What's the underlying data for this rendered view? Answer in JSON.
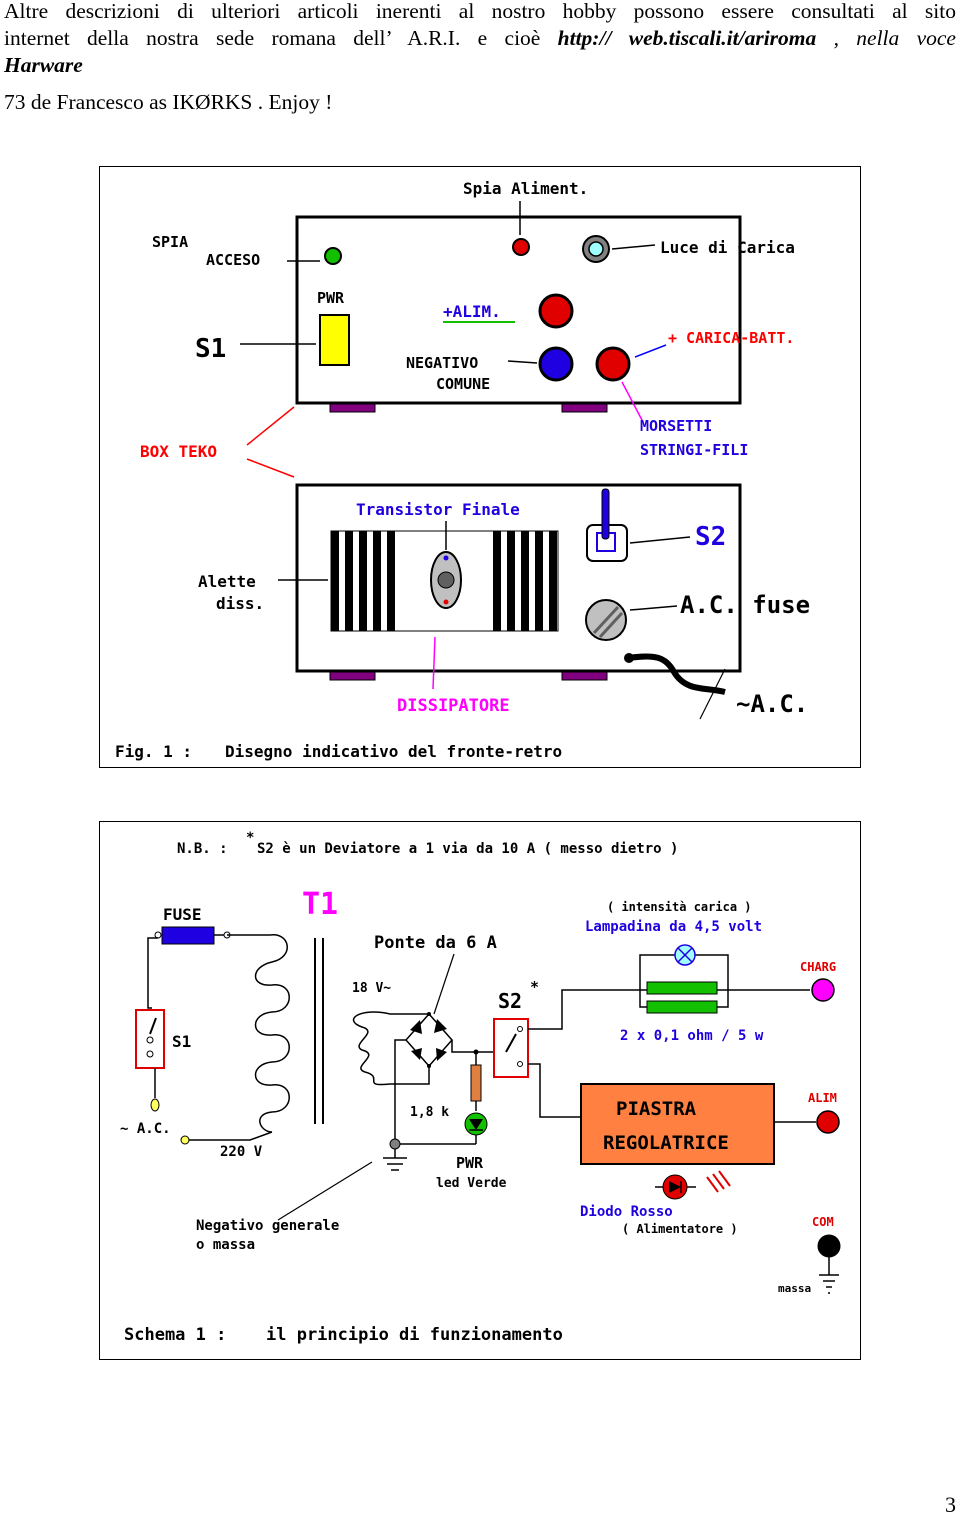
{
  "document": {
    "intro": {
      "line1": "Altre descrizioni di ulteriori articoli inerenti al nostro hobby possono essere consultati al sito",
      "line2_prefix": "internet della nostra sede romana dell’ A.R.I. e cioè ",
      "url": "http:// web.tiscali.it/ariroma",
      "line2_suffix": " , nella voce",
      "section": "Harware"
    },
    "closing": "73 de Francesco as IKØRKS . Enjoy !",
    "page_number": "3"
  },
  "figure1": {
    "labels": {
      "spia_aliment": "Spia Aliment.",
      "spia": "SPIA",
      "acceso": "ACCESO",
      "luce_carica": "Luce di Carica",
      "pwr": "PWR",
      "s1": "S1",
      "alim": "+ALIM.",
      "carica_batt": "+ CARICA-BATT.",
      "negativo": "NEGATIVO",
      "comune": "COMUNE",
      "box_teko": "BOX TEKO",
      "morsetti": "MORSETTI",
      "stringi_fili": "STRINGI-FILI",
      "transistor": "Transistor Finale",
      "s2": "S2",
      "alette": "Alette",
      "diss": "diss.",
      "ac_fuse": "A.C. fuse",
      "dissipatore": "DISSIPATORE",
      "ac": "~A.C.",
      "caption_num": "Fig. 1 :",
      "caption_text": "Disegno indicativo del fronte-retro"
    },
    "colors": {
      "red": "#e00000",
      "blue": "#1f00e0",
      "green": "#12c000",
      "yellow": "#ffff00",
      "purple": "#800080",
      "cyan_led": "#a0ffff",
      "label_blue": "#0000ff",
      "label_red": "#ff0000",
      "label_pink": "#ff00ff"
    }
  },
  "figure2": {
    "labels": {
      "nb": "N.B. : ",
      "star": "*",
      "nb_text": "S2 è un Deviatore a 1 via da 10 A ( messo dietro )",
      "fuse": "FUSE",
      "t1": "T1",
      "ponte": "Ponte da 6 A",
      "volt18": "18 V~",
      "intensita": "( intensità carica )",
      "lampadina": "Lampadina da 4,5 volt",
      "charg": "CHARG",
      "s1": "S1",
      "s2": "S2",
      "res": "2 x 0,1 ohm / 5 w",
      "ac": "~ A.C.",
      "k18": "1,8 k",
      "v220": "220 V",
      "piastra": "PIASTRA",
      "regolatrice": "REGOLATRICE",
      "alim": "ALIM",
      "pwr": "PWR",
      "led_verde": "led Verde",
      "diodo_rosso": "Diodo Rosso",
      "alimentatore": "( Alimentatore )",
      "com": "COM",
      "neg1": "Negativo generale",
      "neg2": "o massa",
      "massa": "massa",
      "caption_num": "Schema 1 :",
      "caption_text": "il principio di funzionamento"
    }
  }
}
